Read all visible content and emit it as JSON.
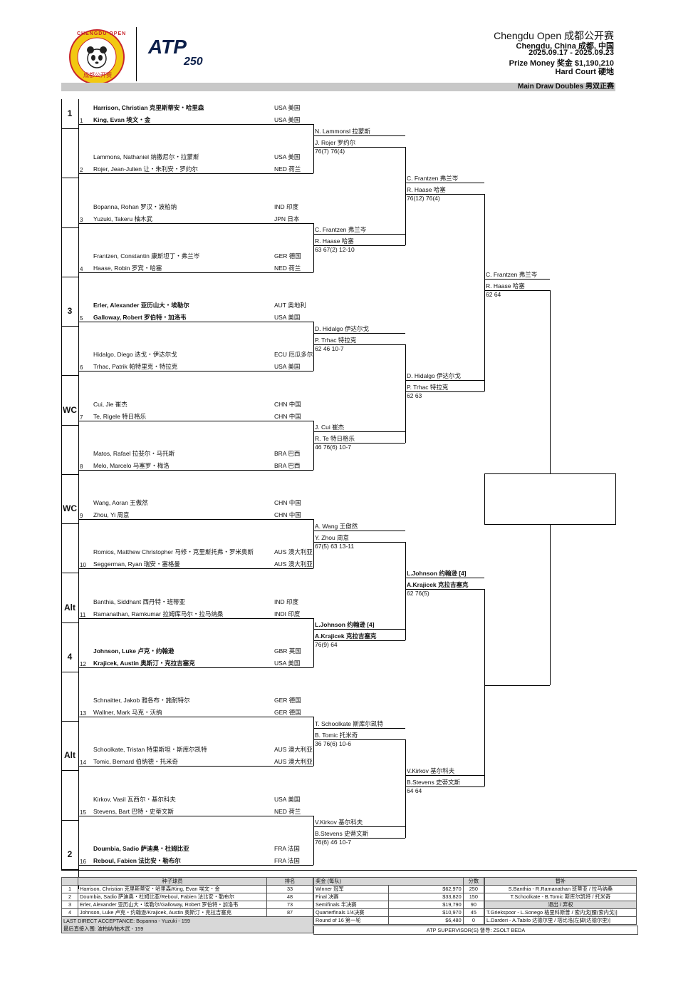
{
  "header": {
    "title": "Chengdu Open 成都公开赛",
    "location": "Chengdu, China 成都, 中国",
    "dates": "2025.09.17 - 2025.09.23",
    "prize": "Prize Money 奖金 $1,190,210",
    "surface": "Hard Court 硬地",
    "draw_title": "Main Draw Doubles 男双正赛",
    "logo_text": "CHENGDU OPEN",
    "logo_cn": "成都公开赛",
    "atp_text": "ATP",
    "atp_sub": "250"
  },
  "colors": {
    "logo_yellow": "#f2c811",
    "logo_red": "#c8242c",
    "atp_navy": "#0c1f4a",
    "bar_gray": "#c8c8c8"
  },
  "r1": [
    {
      "seed": "1",
      "num": "1",
      "p1": "Harrison, Christian 克里斯蒂安・哈里森",
      "c1": "USA 美国",
      "p2": "King, Evan 埃文・金",
      "c2": "USA 美国",
      "bold": true
    },
    {
      "seed": "",
      "num": "2",
      "p1": "Lammons, Nathaniel 纳撒尼尔・拉蒙斯",
      "c1": "USA 美国",
      "p2": "Rojer, Jean-Julien 让・朱利安・罗约尔",
      "c2": "NED 荷兰",
      "bold": false
    },
    {
      "seed": "",
      "num": "3",
      "p1": "Bopanna, Rohan 罗汉・波柏纳",
      "c1": "IND 印度",
      "p2": "Yuzuki, Takeru 柚木武",
      "c2": "JPN 日本",
      "bold": false
    },
    {
      "seed": "",
      "num": "4",
      "p1": "Frantzen, Constantin 康斯坦丁・弗兰岑",
      "c1": "GER 德国",
      "p2": "Haase, Robin 罗宾・哈塞",
      "c2": "NED 荷兰",
      "bold": false
    },
    {
      "seed": "3",
      "num": "5",
      "p1": "Erler, Alexander 亚历山大・埃勒尔",
      "c1": "AUT 奥地利",
      "p2": "Galloway, Robert 罗伯特・加洛韦",
      "c2": "USA 美国",
      "bold": true
    },
    {
      "seed": "",
      "num": "6",
      "p1": "Hidalgo, Diego 迭戈・伊达尔戈",
      "c1": "ECU 厄瓜多尔",
      "p2": "Trhac, Patrik 帕特里克・特拉克",
      "c2": "USA 美国",
      "bold": false
    },
    {
      "seed": "WC",
      "num": "7",
      "p1": "Cui, Jie 崔杰",
      "c1": "CHN 中国",
      "p2": "Te, Rigele 特日格乐",
      "c2": "CHN 中国",
      "bold": false
    },
    {
      "seed": "",
      "num": "8",
      "p1": "Matos, Rafael 拉斐尔・马托斯",
      "c1": "BRA 巴西",
      "p2": "Melo, Marcelo 马塞罗・梅洛",
      "c2": "BRA 巴西",
      "bold": false
    },
    {
      "seed": "WC",
      "num": "9",
      "p1": "Wang, Aoran 王傲然",
      "c1": "CHN 中国",
      "p2": "Zhou, Yi 周意",
      "c2": "CHN 中国",
      "bold": false
    },
    {
      "seed": "",
      "num": "10",
      "p1": "Romios, Matthew Christopher 马修・克里斯托弗・罗米奥斯",
      "c1": "AUS 澳大利亚",
      "p2": "Seggerman, Ryan 瑞安・塞格曼",
      "c2": "AUS 澳大利亚",
      "bold": false
    },
    {
      "seed": "Alt",
      "num": "11",
      "p1": "Banthia, Siddhant 西丹特・班蒂亚",
      "c1": "IND 印度",
      "p2": "Ramanathan, Ramkumar 拉姆库马尔・拉马纳桑",
      "c2": "INDI 印度",
      "bold": false
    },
    {
      "seed": "4",
      "num": "12",
      "p1": "Johnson, Luke 卢克・约翰逊",
      "c1": "GBR 英国",
      "p2": "Krajicek, Austin 奥斯汀・克拉吉塞克",
      "c2": "USA 美国",
      "bold": true
    },
    {
      "seed": "",
      "num": "13",
      "p1": "Schnaitter, Jakob 雅各布・施耐特尔",
      "c1": "GER 德国",
      "p2": "Wallner, Mark 马克・沃纳",
      "c2": "GER 德国",
      "bold": false
    },
    {
      "seed": "Alt",
      "num": "14",
      "p1": "Schoolkate,  Tristan 特里斯坦・斯库尔凯特",
      "c1": "AUS 澳大利亚",
      "p2": "Tomic, Bernard 伯纳德・托米奇",
      "c2": "AUS 澳大利亚",
      "bold": false
    },
    {
      "seed": "",
      "num": "15",
      "p1": "Kirkov, Vasil 瓦西尔・基尔科夫",
      "c1": "USA 美国",
      "p2": "Stevens, Bart 巴特・史蒂文斯",
      "c2": "NED 荷兰",
      "bold": false
    },
    {
      "seed": "2",
      "num": "16",
      "p1": "Doumbia, Sadio 萨迪奥・杜姆比亚",
      "c1": "FRA 法国",
      "p2": "Reboul, Fabien 法比安・勒布尔",
      "c2": "FRA 法国",
      "bold": true
    }
  ],
  "r2": [
    {
      "a": "N. Lammonsl 拉蒙斯",
      "b": "J. Rojer 罗约尔",
      "score": "76(7) 76(4)",
      "bold": false
    },
    {
      "a": "C. Frantzen 弗兰岑",
      "b": "R. Haase 哈塞",
      "score": "63 67(2) 12-10",
      "bold": false
    },
    {
      "a": "D. Hidalgo 伊达尔戈",
      "b": "P. Trhac 特拉克",
      "score": "62 46 10-7",
      "bold": false
    },
    {
      "a": "J. Cui 崔杰",
      "b": "R. Te 特日格乐",
      "score": "46 76(6) 10-7",
      "bold": false
    },
    {
      "a": "A. Wang 王傲然",
      "b": "Y. Zhou 周意",
      "score": "67(5) 63 13-11",
      "bold": false
    },
    {
      "a": "L.Johnson 约翰逊 [4]",
      "b": "A.Krajicek 克拉吉塞克",
      "score": "76(9) 64",
      "bold": true
    },
    {
      "a": "T. Schoolkate 斯库尔凯特",
      "b": "B. Tomic 托米奇",
      "score": "36 76(6) 10-6",
      "bold": false
    },
    {
      "a": "V.Kirkov 基尔科夫",
      "b": "B.Stevens 史蒂文斯",
      "score": "76(6) 46 10-7",
      "bold": false
    }
  ],
  "qf": [
    {
      "a": "C. Frantzen 弗兰岑",
      "b": "R. Haase 哈塞",
      "score": "76(12) 76(4)",
      "bold": false
    },
    {
      "a": "D. Hidalgo 伊达尔戈",
      "b": "P. Trhac 特拉克",
      "score": "62 63",
      "bold": false
    },
    {
      "a": "L.Johnson 约翰逊 [4]",
      "b": "A.Krajicek 克拉吉塞克",
      "score": "62 76(5)",
      "bold": true
    },
    {
      "a": "V.Kirkov 基尔科夫",
      "b": "B.Stevens 史蒂文斯",
      "score": "64 64",
      "bold": false
    }
  ],
  "sf": [
    {
      "a": "C. Frantzen 弗兰岑",
      "b": "R. Haase 哈塞",
      "score": "62 64",
      "bold": false
    }
  ],
  "footer": {
    "seeds_header": "种子球员",
    "rank_header": "排名",
    "prize_header": "奖金 (每队)",
    "points_header": "分数",
    "alt_header": "替补",
    "seeds": [
      {
        "n": "1",
        "name": "Harrison, Christian 克里斯蒂安・哈里森/King, Evan 埃文・金",
        "rank": "33"
      },
      {
        "n": "2",
        "name": "Doumbia, Sadio 萨迪奥・杜姆比亚/Reboul, Fabien 法比安・勒布尔",
        "rank": "48"
      },
      {
        "n": "3",
        "name": "Erler, Alexander 亚历山大・埃勒尔/Galloway, Robert 罗伯特・加洛韦",
        "rank": "73"
      },
      {
        "n": "4",
        "name": "Johnson, Luke 卢克・约翰逊/Krajicek, Austin 奥斯汀・克拉吉塞克",
        "rank": "87"
      }
    ],
    "prizes": [
      {
        "round": "Winner 冠军",
        "money": "$62,970",
        "pts": "250"
      },
      {
        "round": "Final 决赛",
        "money": "$33,820",
        "pts": "150"
      },
      {
        "round": "Semifinals 半决赛",
        "money": "$19,790",
        "pts": "90"
      },
      {
        "round": "Quarterfinals 1/4决赛",
        "money": "$10,970",
        "pts": "45"
      },
      {
        "round": "Round of 16 第一轮",
        "money": "$6,480",
        "pts": "0"
      }
    ],
    "alts": [
      "S.Banthia - R.Ramanathan 班蒂亚 / 拉马纳桑",
      "T.Schoolkate - B.Tomic 斯库尔凯特 / 托米奇"
    ],
    "withdraw_header": "退出 / 弃权",
    "withdrawals": [
      "T.Griekspoor - L.Sonego 格里科斯普 / 索内戈[腰(索内戈)]",
      "L.Darderi - A.Tabilo 达德尔里 / 塔比洛[左脚(达德尔里)]"
    ],
    "lda1": "LAST DIRECT ACCEPTANCE:   Bopanna - Yuzuki - 159",
    "lda2": "最后直接入围: 波柏纳/柚木武 - 159",
    "supervisor": "ATP SUPERVISOR(S) 督导:  ZSOLT BEDA"
  }
}
